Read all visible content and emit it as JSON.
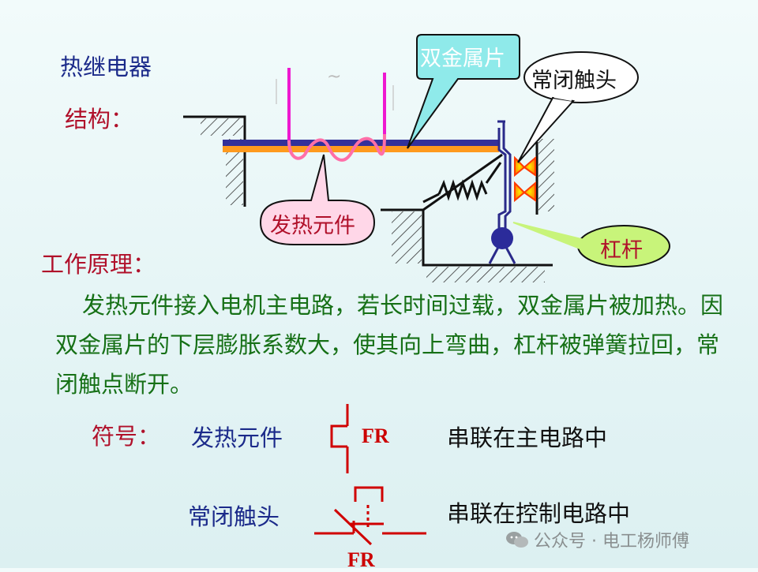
{
  "title": "热继电器",
  "structure_label": "结构：",
  "callouts": {
    "bimetal": "双金属片",
    "nc_contact": "常闭触头",
    "heater": "发热元件",
    "lever": "杠杆"
  },
  "principle_label": "工作原理：",
  "principle_text": "发热元件接入电机主电路，若长时间过载，双金属片被加热。因双金属片的下层膨胀系数大，使其向上弯曲，杠杆被弹簧拉回，常闭触点断开。",
  "symbols": {
    "label": "符号：",
    "heater": {
      "name": "发热元件",
      "code": "FR",
      "desc": "串联在主电路中"
    },
    "contact": {
      "name": "常闭触头",
      "code": "FR",
      "desc": "串联在控制电路中"
    }
  },
  "watermark": "公众号 · 电工杨师傅",
  "colors": {
    "title": "#1b2a8a",
    "label": "#b0102a",
    "body_text": "#167016",
    "symbol_line": "#d00000",
    "callout_cyan": "#8feaea",
    "callout_pink": "#ffd7e8",
    "callout_green": "#c8f47a"
  }
}
